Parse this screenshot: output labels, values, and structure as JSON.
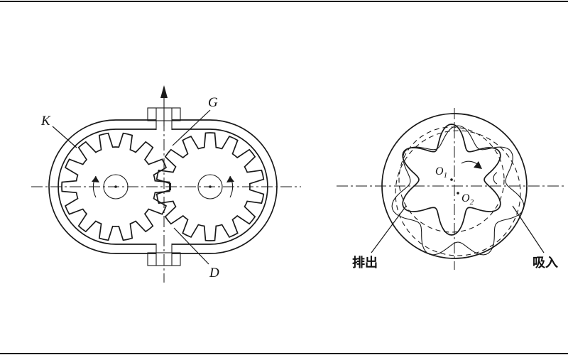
{
  "figure": {
    "background": "#ffffff",
    "ink": "#1a1a1a",
    "left_diagram": {
      "title": "external-gear-pump-section",
      "labels": {
        "K": "K",
        "G": "G",
        "D": "D"
      }
    },
    "right_diagram": {
      "title": "internal-gerotor-pump-section",
      "labels": {
        "o1": {
          "main": "O",
          "sub": "1"
        },
        "o2": {
          "main": "O",
          "sub": "2"
        },
        "discharge": "排出",
        "suction": "吸入"
      }
    }
  }
}
